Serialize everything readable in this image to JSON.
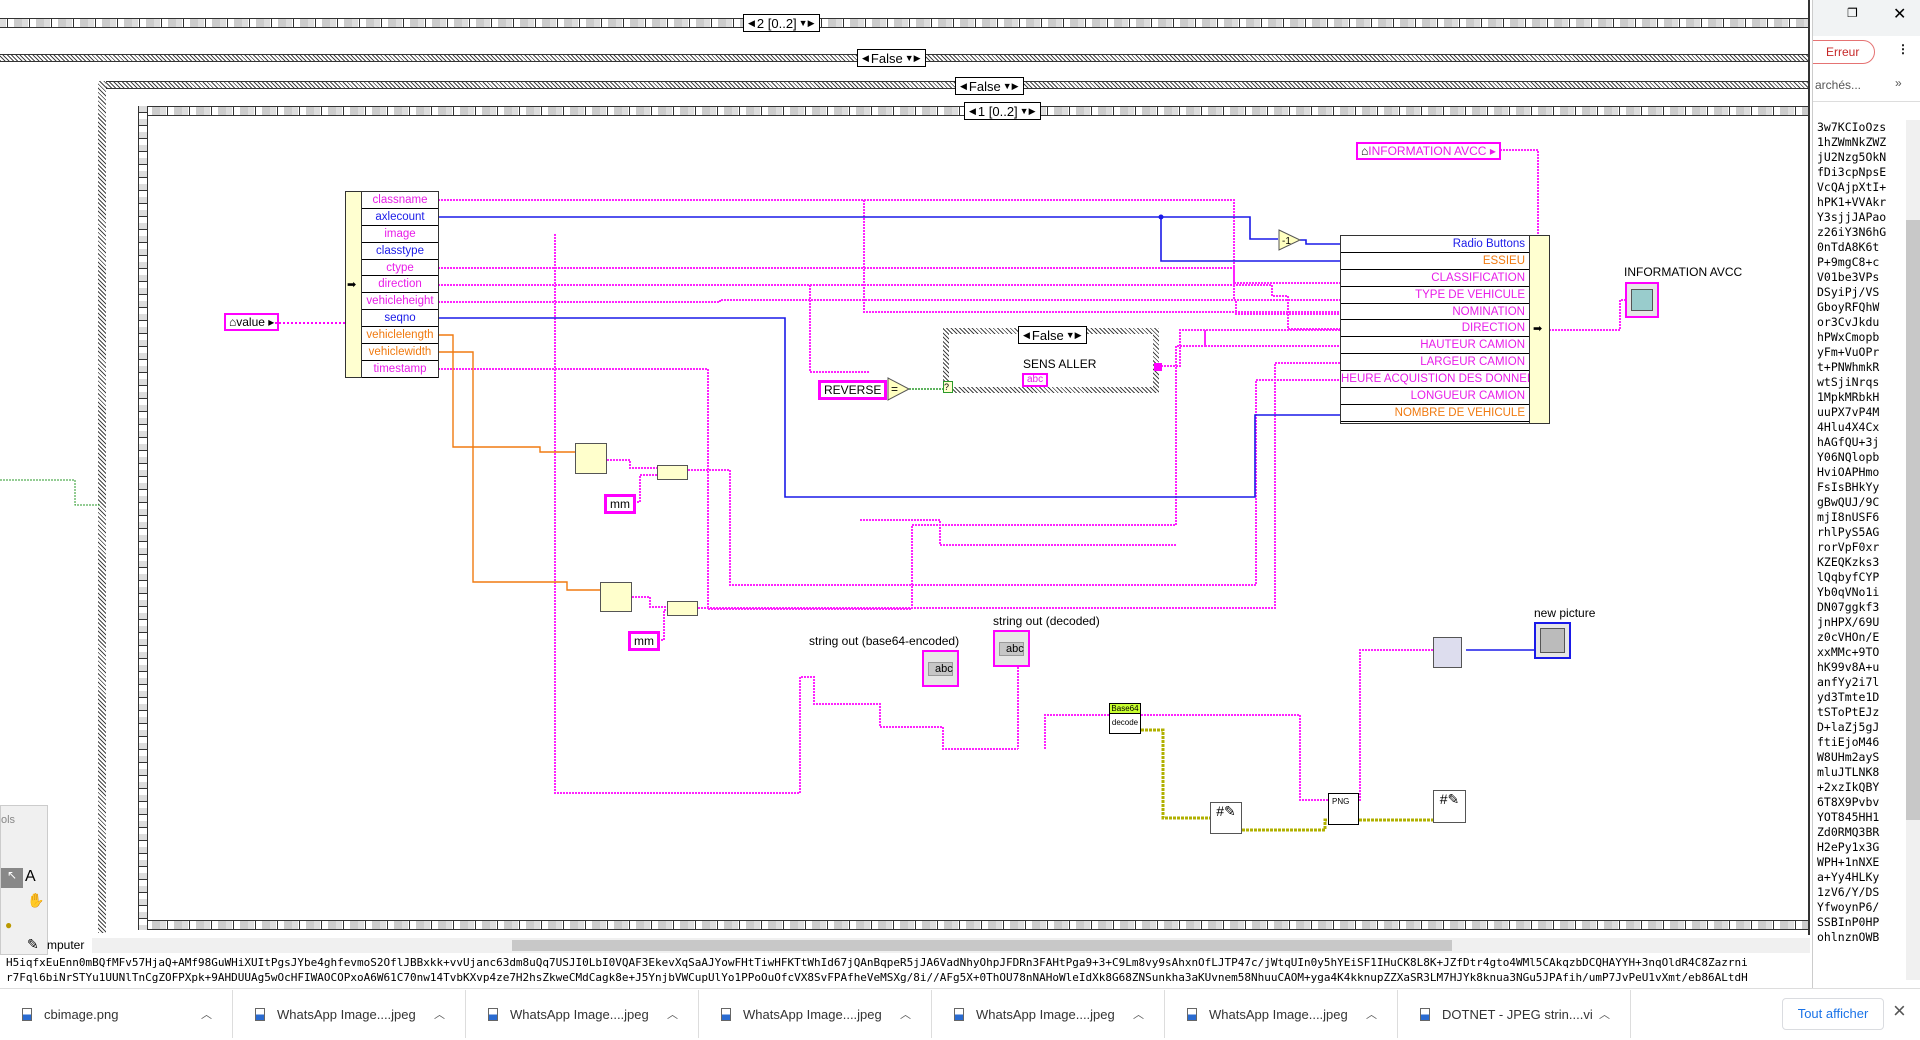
{
  "structures": {
    "outer_seq": "2 [0..2]",
    "case1": "False",
    "case2": "False",
    "inner_seq": "1 [0..2]"
  },
  "controls": {
    "value": "value",
    "information_const": "INFORMATION AVCC",
    "reverse": "REVERSE",
    "minus_one": "-1",
    "equal": "=",
    "case_selector": "?"
  },
  "unbundle": [
    {
      "label": "classname",
      "color": "pink"
    },
    {
      "label": "axlecount",
      "color": "blue"
    },
    {
      "label": "image",
      "color": "pink"
    },
    {
      "label": "classtype",
      "color": "blue"
    },
    {
      "label": "ctype",
      "color": "pink"
    },
    {
      "label": "direction",
      "color": "pink"
    },
    {
      "label": "vehicleheight",
      "color": "pink"
    },
    {
      "label": "seqno",
      "color": "blue"
    },
    {
      "label": "vehiclelength",
      "color": "orange"
    },
    {
      "label": "vehiclewidth",
      "color": "orange"
    },
    {
      "label": "timestamp",
      "color": "pink"
    }
  ],
  "bundle": [
    {
      "label": "Radio Buttons",
      "color": "blue"
    },
    {
      "label": "ESSIEU",
      "color": "orange"
    },
    {
      "label": "CLASSIFICATION",
      "color": "pink"
    },
    {
      "label": "TYPE DE VEHICULE",
      "color": "pink"
    },
    {
      "label": "NOMINATION",
      "color": "pink"
    },
    {
      "label": "DIRECTION",
      "color": "pink"
    },
    {
      "label": "HAUTEUR CAMION",
      "color": "pink"
    },
    {
      "label": "LARGEUR CAMION",
      "color": "pink"
    },
    {
      "label": "HEURE ACQUISTION DES DONNEES",
      "color": "pink"
    },
    {
      "label": "LONGUEUR CAMION",
      "color": "pink"
    },
    {
      "label": "NOMBRE DE VEHICULE",
      "color": "orange"
    }
  ],
  "inner_case": {
    "selector": "False",
    "label": "SENS ALLER",
    "const": "abc"
  },
  "units": {
    "mm1": "mm",
    "mm2": "mm"
  },
  "indicators": {
    "info_avcc": "INFORMATION AVCC",
    "string_b64": "string out (base64-encoded)",
    "string_dec": "string out (decoded)",
    "new_picture": "new picture",
    "abc": "abc",
    "abc_small": "abc"
  },
  "base64": {
    "header": "Base64",
    "body": "decode"
  },
  "png": {
    "label": "PNG"
  },
  "bottom": {
    "tab": "mputer",
    "tools": "ols",
    "line1": "H5iqfxEuEnn0mBQfMFv57HjaQ+AMf98GuWHiXUItPgsJYbe4ghfevmoS2OflJBBxkk+vvUjanc63dm8uQq7USJI0LbI0VQAF3EkevXqSaAJYowFHtTiwHFKTtWhId67jQAnBqpeR5jJA6VadNhyOhpJFDRn3FAHtPga9+3+C9Lm8vy9sAhxnOfLJTP47c/jWtqUIn0y5hYEiSF1IHuCK8L8K+JZfDtr4gto4WMl5CAkqzbDCQHAYYH+3nqOldR4C8Zazrni",
    "line2": "r7Fql6biNrSTYu1UUNlTnCgZOFPXpk+9AHDUUAg5wOcHFIWAOCOPxoA6W61C70nw14TvbKXvp4ze7H2hsZkweCMdCagk8e+J5YnjbVWCupUlYo1PPoOuOfcVX8SvFPAfheVeMSXg/8i//AFg5X+0ThOU78nNAHoWleIdXk8G68ZNSunkha3aKUvnem58NhuuCAOM+yga4K4kknupZZXaSR3LM7HJYk8knua3NGu5JPAfih/umP7JvPeU1vXmt/eb86ALtdH"
  },
  "right_panel": {
    "error_label": "Erreur",
    "bookmarks": "archés...",
    "more": "»",
    "lines": [
      "3w7KCIoOzs",
      "1hZWmNkZWZ",
      "jU2Nzg5OkN",
      "fDi3cpNpsE",
      "VcQAjpXtI+",
      "hPK1+VVAkr",
      "Y3sjjJAPao",
      "z26iY3N6hG",
      "0nTdA8K6t",
      "P+9mgC8+c",
      "V01be3VPs",
      "DSyiPj/VS",
      "GboyRFQhW",
      "or3CvJkdu",
      "hPWxCmopb",
      "yFm+VuOPr",
      "t+PNWhmkR",
      "wtSjiNrqs",
      "1MpkMRbkH",
      "uuPX7vP4M",
      "4Hlu4X4Cx",
      "hAGfQU+3j",
      "Y06NQlopb",
      "HviOAPHmo",
      "FsIsBHkYy",
      "gBwQUJ/9C",
      "mjI8nUSF6",
      "rhlPyS5AG",
      "rorVpF0xr",
      "KZEQKzks3",
      "lQqbyfCYP",
      "Yb0qVNo1i",
      "DN07ggkf3",
      "jnHPX/69U",
      "z0cVHOn/E",
      "xxMMc+9TO",
      "hK99v8A+u",
      "anfYy2i7l",
      "yd3Tmte1D",
      "tSToPtEJz",
      "D+laZj5gJ",
      "ftiEjoM46",
      "W8UHm2ayS",
      "mluJTLNK8",
      "+2xzIkQBY",
      "6T8X9Pvbv",
      "YOT845HH1",
      "Zd0RMQ3BR",
      "H2ePy1x3G",
      "WPH+1nNXE",
      "a+Yy4HLKy",
      "1zV6/Y/DS",
      "YfwoynP6/",
      "SSBInP0HP",
      "ohlnznOWB"
    ]
  },
  "downloads": {
    "items": [
      "cbimage.png",
      "WhatsApp Image....jpeg",
      "WhatsApp Image....jpeg",
      "WhatsApp Image....jpeg",
      "WhatsApp Image....jpeg",
      "WhatsApp Image....jpeg",
      "DOTNET - JPEG strin....vi"
    ],
    "show_all": "Tout afficher",
    "close": "×"
  }
}
